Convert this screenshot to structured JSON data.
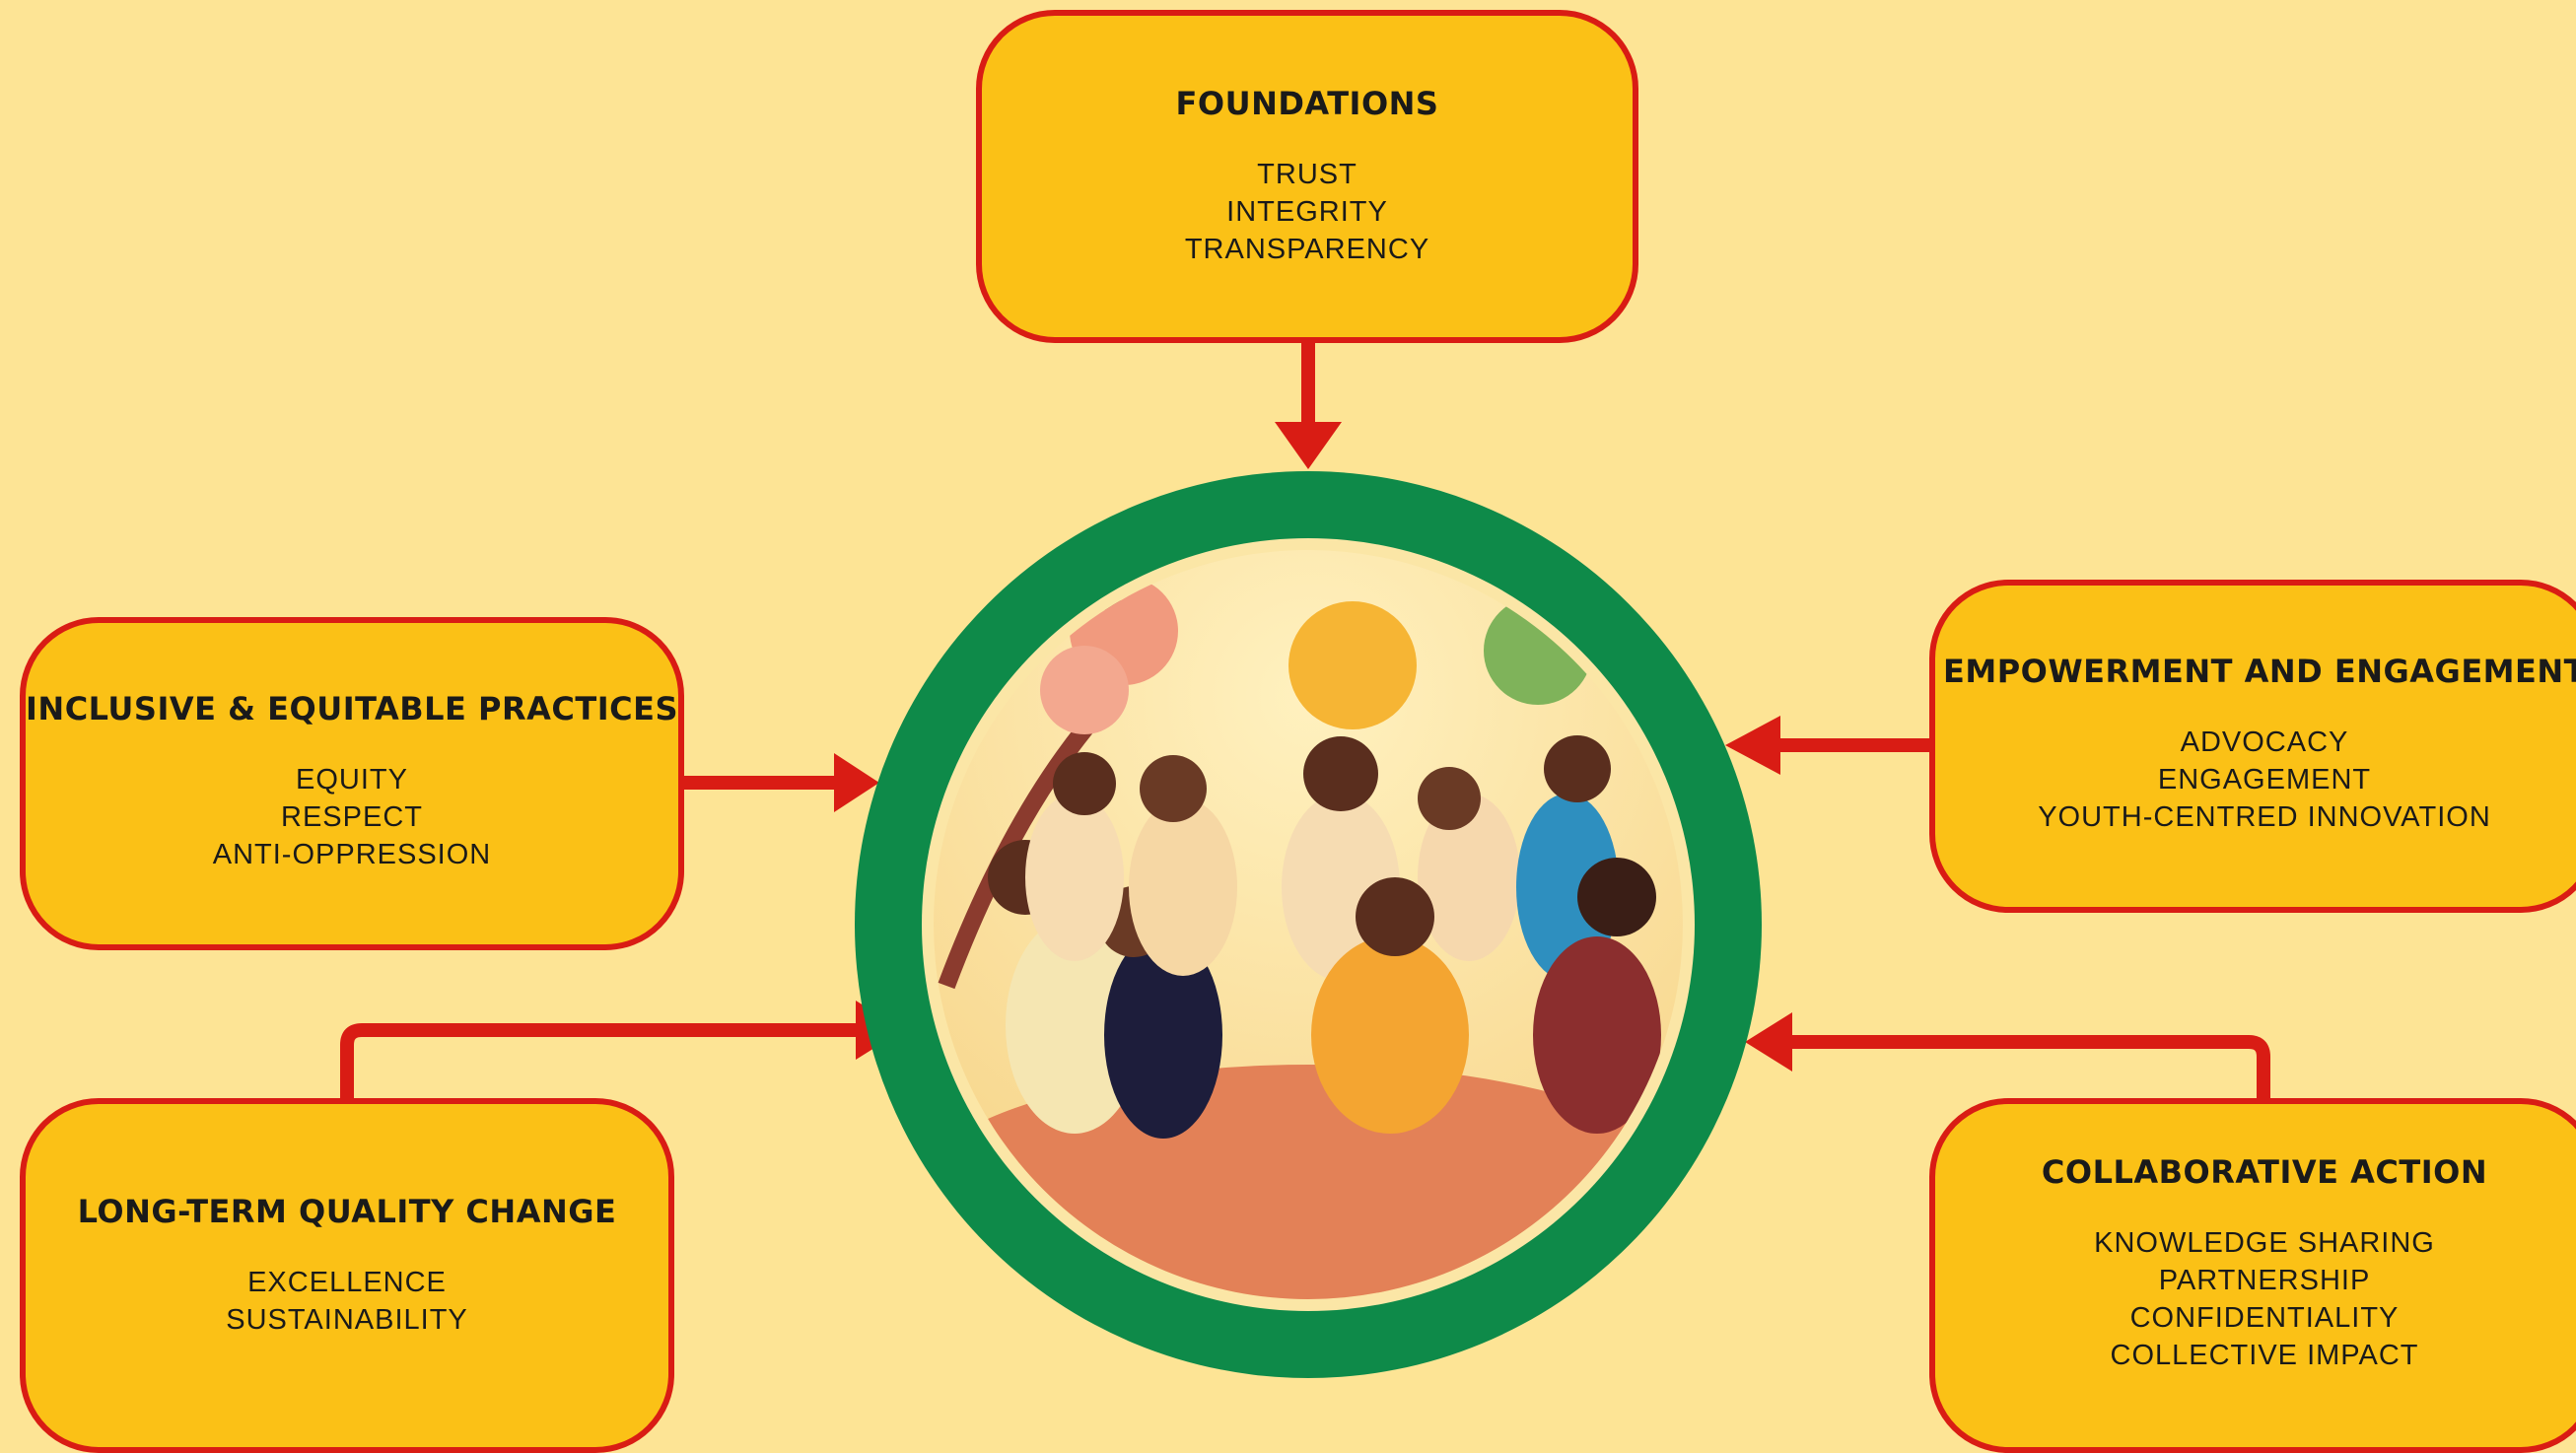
{
  "nodes": {
    "foundations": {
      "title": "FOUNDATIONS",
      "items": [
        "TRUST",
        "INTEGRITY",
        "TRANSPARENCY"
      ]
    },
    "inclusive": {
      "title": "INCLUSIVE & EQUITABLE PRACTICES",
      "items": [
        "EQUITY",
        "RESPECT",
        "ANTI-OPPRESSION"
      ]
    },
    "empowerment": {
      "title": "EMPOWERMENT AND ENGAGEMENT",
      "items": [
        "ADVOCACY",
        "ENGAGEMENT",
        "YOUTH-CENTRED INNOVATION"
      ]
    },
    "longterm": {
      "title": "LONG-TERM QUALITY CHANGE",
      "items": [
        "EXCELLENCE",
        "SUSTAINABILITY"
      ]
    },
    "collaborative": {
      "title": "COLLABORATIVE ACTION",
      "items": [
        "KNOWLEDGE SHARING",
        "PARTNERSHIP",
        "CONFIDENTIALITY",
        "COLLECTIVE IMPACT"
      ]
    }
  },
  "colors": {
    "background": "#fde495",
    "box_fill": "#fbc116",
    "border_and_arrows": "#d91c14",
    "ring": "#0e8a49",
    "ring_inner": "#fbe6a6"
  },
  "center_image": "illustration of a diverse group of young people sitting together in a circle outdoors"
}
